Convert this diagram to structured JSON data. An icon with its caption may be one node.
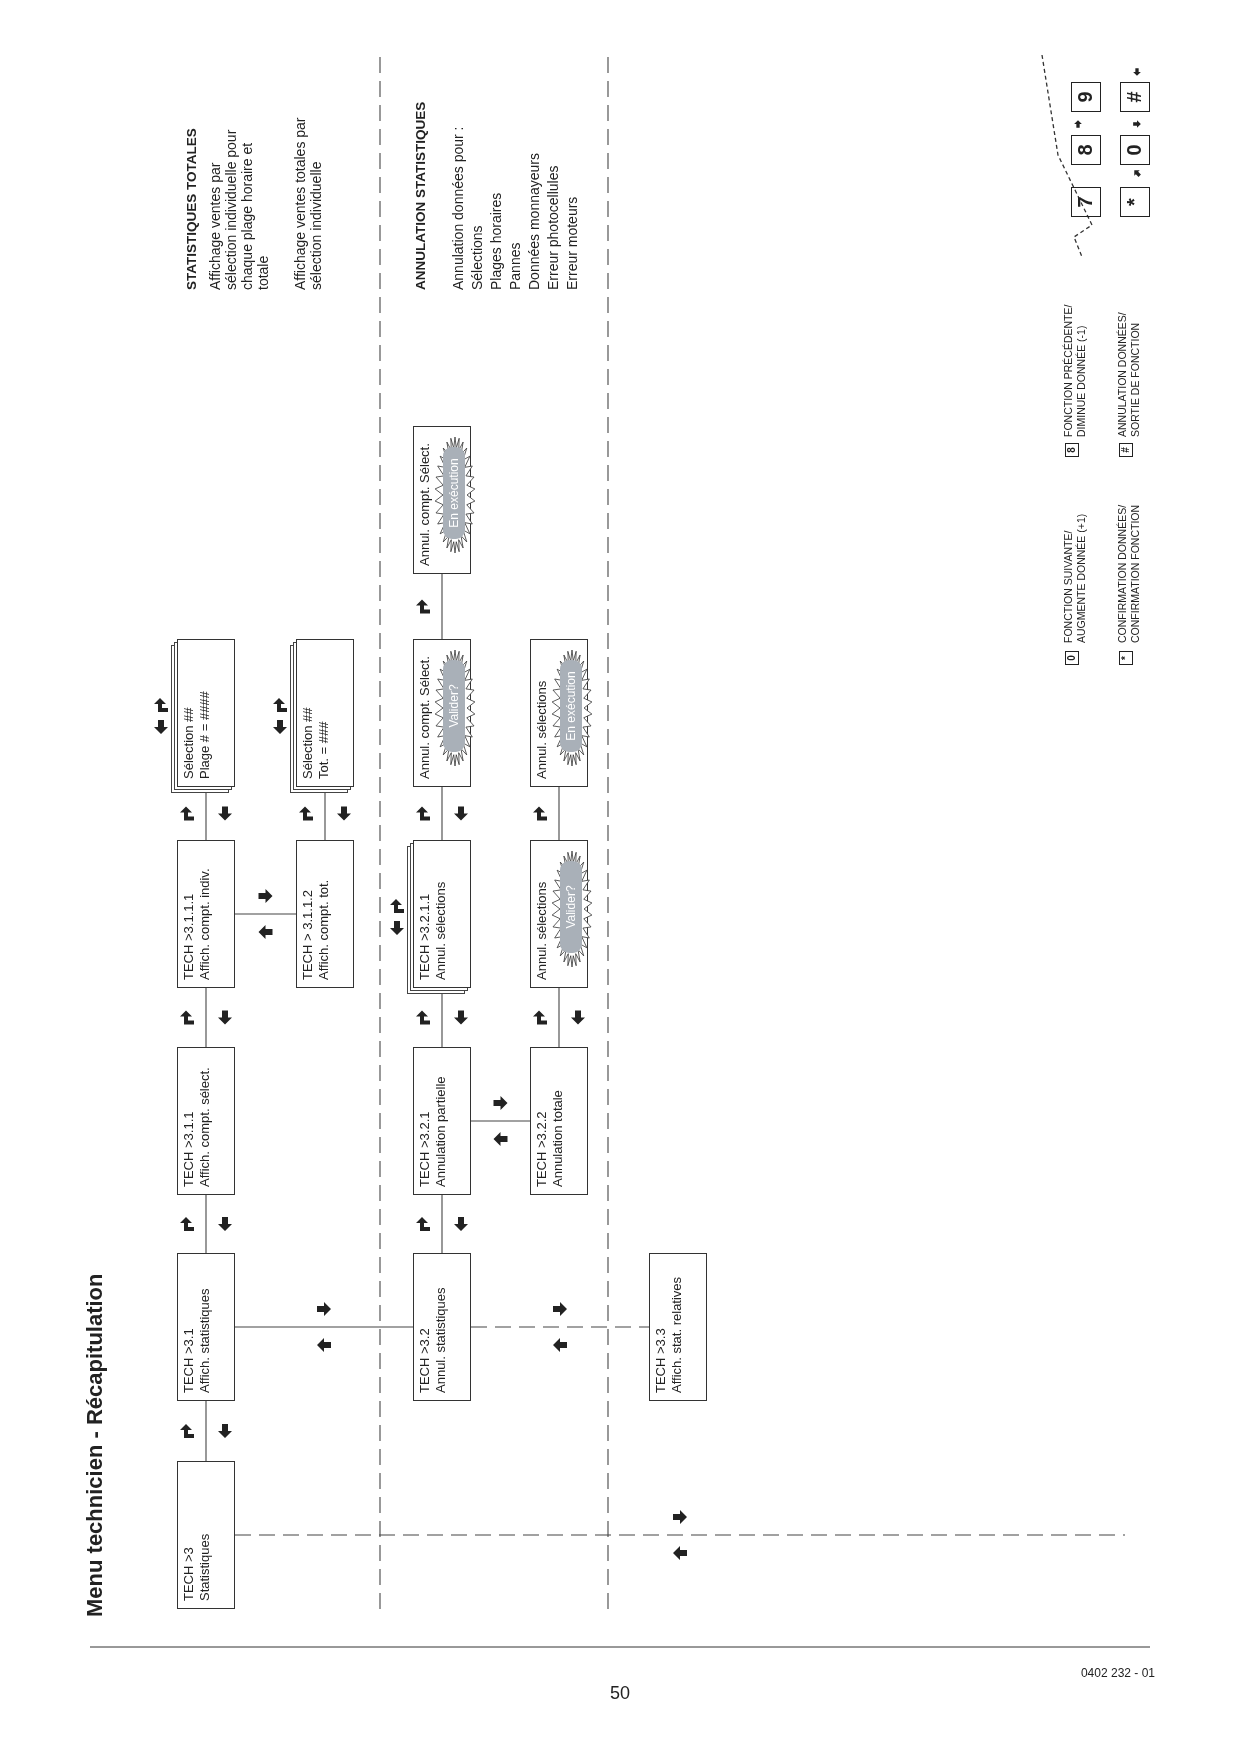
{
  "diagram": {
    "title": "Menu technicien - Récapitulation",
    "nodes": [
      {
        "text": [
          "TECH >3",
          "Statistiques"
        ]
      },
      {
        "text": [
          "TECH >3.1",
          "Affich. statistiques"
        ]
      },
      {
        "text": [
          "TECH >3.1.1",
          "Affich. compt. sélect."
        ]
      },
      {
        "text": [
          "TECH >3.1.1.1",
          "Affich. compt. indiv."
        ]
      },
      {
        "text": [
          "Sélection ##",
          "Plage # = ####"
        ]
      },
      {
        "text": [
          "TECH > 3.1.1.2",
          "Affich. compt. tot."
        ]
      },
      {
        "text": [
          "Sélection ##",
          "Tot. = ###"
        ]
      },
      {
        "text": [
          "TECH >3.2",
          "Annul. statistiques"
        ]
      },
      {
        "text": [
          "TECH >3.2.1",
          "Annulation partielle"
        ]
      },
      {
        "text": [
          "TECH >3.2.1.1",
          "Annul. sélections"
        ]
      },
      {
        "text": [
          "Annul. compt. Sélect.",
          "Valider?"
        ]
      },
      {
        "text": [
          "Annul. compt. Sélect.",
          "En exécution"
        ]
      },
      {
        "text": [
          "TECH >3.2.2",
          "Annulation totale"
        ]
      },
      {
        "text": [
          "Annul. sélections",
          "Valider?"
        ]
      },
      {
        "text": [
          "Annul. sélections",
          "En exécution"
        ]
      },
      {
        "text": [
          "TECH >3.3",
          "Affich. stat. relatives"
        ]
      }
    ],
    "edges": [
      {
        "from": 0,
        "to": 1,
        "arrow": "none"
      },
      {
        "from": 1,
        "to": 2,
        "arrow": "none"
      },
      {
        "from": 2,
        "to": 3,
        "arrow": "none"
      },
      {
        "from": 3,
        "to": 4,
        "arrow": "none"
      },
      {
        "from": 3,
        "to": 5,
        "arrow": "none"
      },
      {
        "from": 5,
        "to": 6,
        "arrow": "none"
      },
      {
        "from": 1,
        "to": 7,
        "arrow": "none"
      },
      {
        "from": 7,
        "to": 8,
        "arrow": "none"
      },
      {
        "from": 8,
        "to": 9,
        "arrow": "none"
      },
      {
        "from": 9,
        "to": 10,
        "arrow": "none"
      },
      {
        "from": 10,
        "to": 11,
        "arrow": "none"
      },
      {
        "from": 8,
        "to": 12,
        "arrow": "none"
      },
      {
        "from": 12,
        "to": 13,
        "arrow": "none"
      },
      {
        "from": 13,
        "to": 14,
        "arrow": "none"
      },
      {
        "from": 7,
        "to": 15,
        "arrow": "none",
        "style": "dashed"
      },
      {
        "from": 0,
        "to": null,
        "arrow": "none",
        "style": "dashed"
      }
    ],
    "labels": [
      "STATISTIQUES TOTALES",
      "Affichage ventes par sélection individuelle pour chaque plage horaire et totale",
      "Affichage ventes totales par sélection individuelle",
      "ANNULATION STATISTIQUES",
      "Annulation données pour :",
      "Sélections",
      "Plages horaires",
      "Pannes",
      "Données monnayeurs",
      "Erreur photocellules",
      "Erreur moteurs",
      "7",
      "8",
      "9",
      "*",
      "0",
      "#",
      "0",
      "FONCTION SUIVANTE/ AUGMENTE DONNÉE (+1)",
      "8",
      "FONCTION PRÉCÉDENTE/ DIMINUE DONNÉE (-1)",
      "*",
      "CONFIRMATION DONNÉES/ CONFIRMATION FONCTION",
      "#",
      "ANNULATION DONNÉES/ SORTIE DE FONCTION",
      "0402 232 - 01",
      "50"
    ]
  }
}
